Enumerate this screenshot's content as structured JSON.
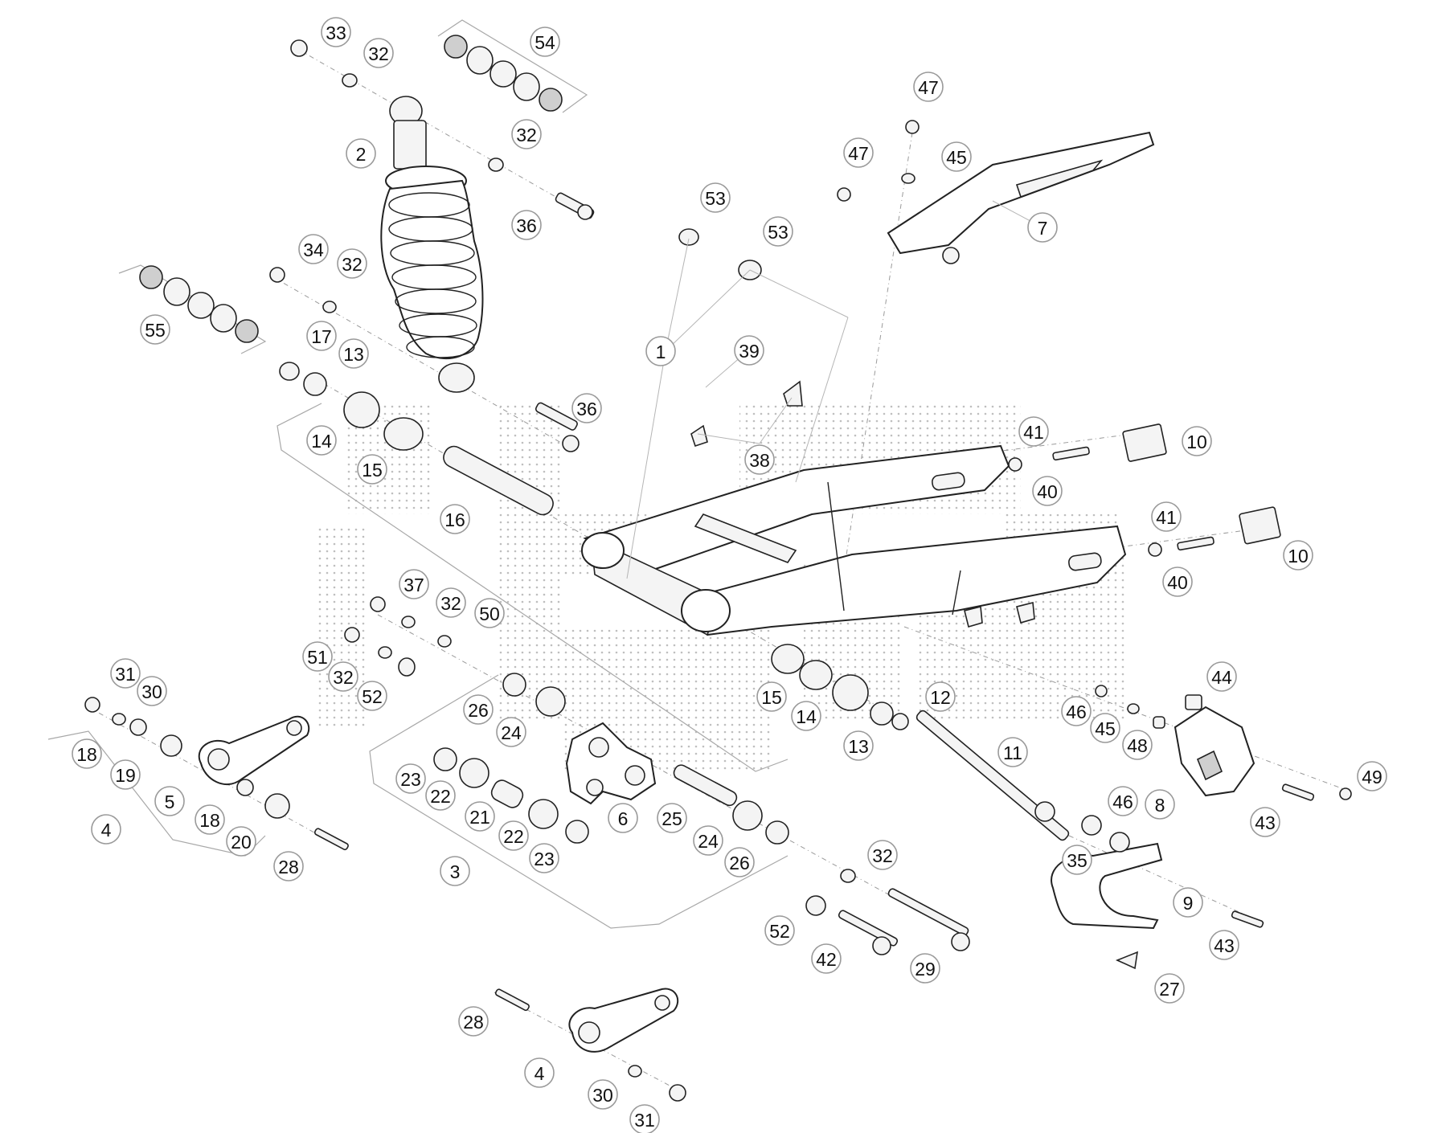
{
  "colors": {
    "line": "#222222",
    "callout_border": "#9a9a9a",
    "watermark": "#b8b8b8",
    "background": "#ffffff"
  },
  "callouts": [
    {
      "id": "c33",
      "label": "33"
    },
    {
      "id": "c32a",
      "label": "32"
    },
    {
      "id": "c54",
      "label": "54"
    },
    {
      "id": "c2",
      "label": "2"
    },
    {
      "id": "c32b",
      "label": "32"
    },
    {
      "id": "c36a",
      "label": "36"
    },
    {
      "id": "c34",
      "label": "34"
    },
    {
      "id": "c32c",
      "label": "32"
    },
    {
      "id": "c55",
      "label": "55"
    },
    {
      "id": "c17",
      "label": "17"
    },
    {
      "id": "c13a",
      "label": "13"
    },
    {
      "id": "c14a",
      "label": "14"
    },
    {
      "id": "c15a",
      "label": "15"
    },
    {
      "id": "c16",
      "label": "16"
    },
    {
      "id": "c36b",
      "label": "36"
    },
    {
      "id": "c53a",
      "label": "53"
    },
    {
      "id": "c53b",
      "label": "53"
    },
    {
      "id": "c1",
      "label": "1"
    },
    {
      "id": "c39",
      "label": "39"
    },
    {
      "id": "c38",
      "label": "38"
    },
    {
      "id": "c47a",
      "label": "47"
    },
    {
      "id": "c47b",
      "label": "47"
    },
    {
      "id": "c45a",
      "label": "45"
    },
    {
      "id": "c7",
      "label": "7"
    },
    {
      "id": "c41a",
      "label": "41"
    },
    {
      "id": "c40a",
      "label": "40"
    },
    {
      "id": "c10a",
      "label": "10"
    },
    {
      "id": "c41b",
      "label": "41"
    },
    {
      "id": "c40b",
      "label": "40"
    },
    {
      "id": "c10b",
      "label": "10"
    },
    {
      "id": "c37",
      "label": "37"
    },
    {
      "id": "c32d",
      "label": "32"
    },
    {
      "id": "c50",
      "label": "50"
    },
    {
      "id": "c51",
      "label": "51"
    },
    {
      "id": "c32e",
      "label": "32"
    },
    {
      "id": "c52a",
      "label": "52"
    },
    {
      "id": "c31a",
      "label": "31"
    },
    {
      "id": "c30a",
      "label": "30"
    },
    {
      "id": "c18a",
      "label": "18"
    },
    {
      "id": "c19",
      "label": "19"
    },
    {
      "id": "c5",
      "label": "5"
    },
    {
      "id": "c18b",
      "label": "18"
    },
    {
      "id": "c20",
      "label": "20"
    },
    {
      "id": "c4a",
      "label": "4"
    },
    {
      "id": "c28a",
      "label": "28"
    },
    {
      "id": "c26a",
      "label": "26"
    },
    {
      "id": "c24a",
      "label": "24"
    },
    {
      "id": "c23a",
      "label": "23"
    },
    {
      "id": "c22a",
      "label": "22"
    },
    {
      "id": "c21",
      "label": "21"
    },
    {
      "id": "c22b",
      "label": "22"
    },
    {
      "id": "c23b",
      "label": "23"
    },
    {
      "id": "c3",
      "label": "3"
    },
    {
      "id": "c6",
      "label": "6"
    },
    {
      "id": "c25",
      "label": "25"
    },
    {
      "id": "c24b",
      "label": "24"
    },
    {
      "id": "c26b",
      "label": "26"
    },
    {
      "id": "c15b",
      "label": "15"
    },
    {
      "id": "c14b",
      "label": "14"
    },
    {
      "id": "c13b",
      "label": "13"
    },
    {
      "id": "c12",
      "label": "12"
    },
    {
      "id": "c11",
      "label": "11"
    },
    {
      "id": "c44",
      "label": "44"
    },
    {
      "id": "c46a",
      "label": "46"
    },
    {
      "id": "c45b",
      "label": "45"
    },
    {
      "id": "c48",
      "label": "48"
    },
    {
      "id": "c49",
      "label": "49"
    },
    {
      "id": "c8",
      "label": "8"
    },
    {
      "id": "c43a",
      "label": "43"
    },
    {
      "id": "c46b",
      "label": "46"
    },
    {
      "id": "c35",
      "label": "35"
    },
    {
      "id": "c9",
      "label": "9"
    },
    {
      "id": "c43b",
      "label": "43"
    },
    {
      "id": "c27",
      "label": "27"
    },
    {
      "id": "c32f",
      "label": "32"
    },
    {
      "id": "c52b",
      "label": "52"
    },
    {
      "id": "c42",
      "label": "42"
    },
    {
      "id": "c29",
      "label": "29"
    },
    {
      "id": "c28b",
      "label": "28"
    },
    {
      "id": "c4b",
      "label": "4"
    },
    {
      "id": "c30b",
      "label": "30"
    },
    {
      "id": "c31b",
      "label": "31"
    }
  ]
}
